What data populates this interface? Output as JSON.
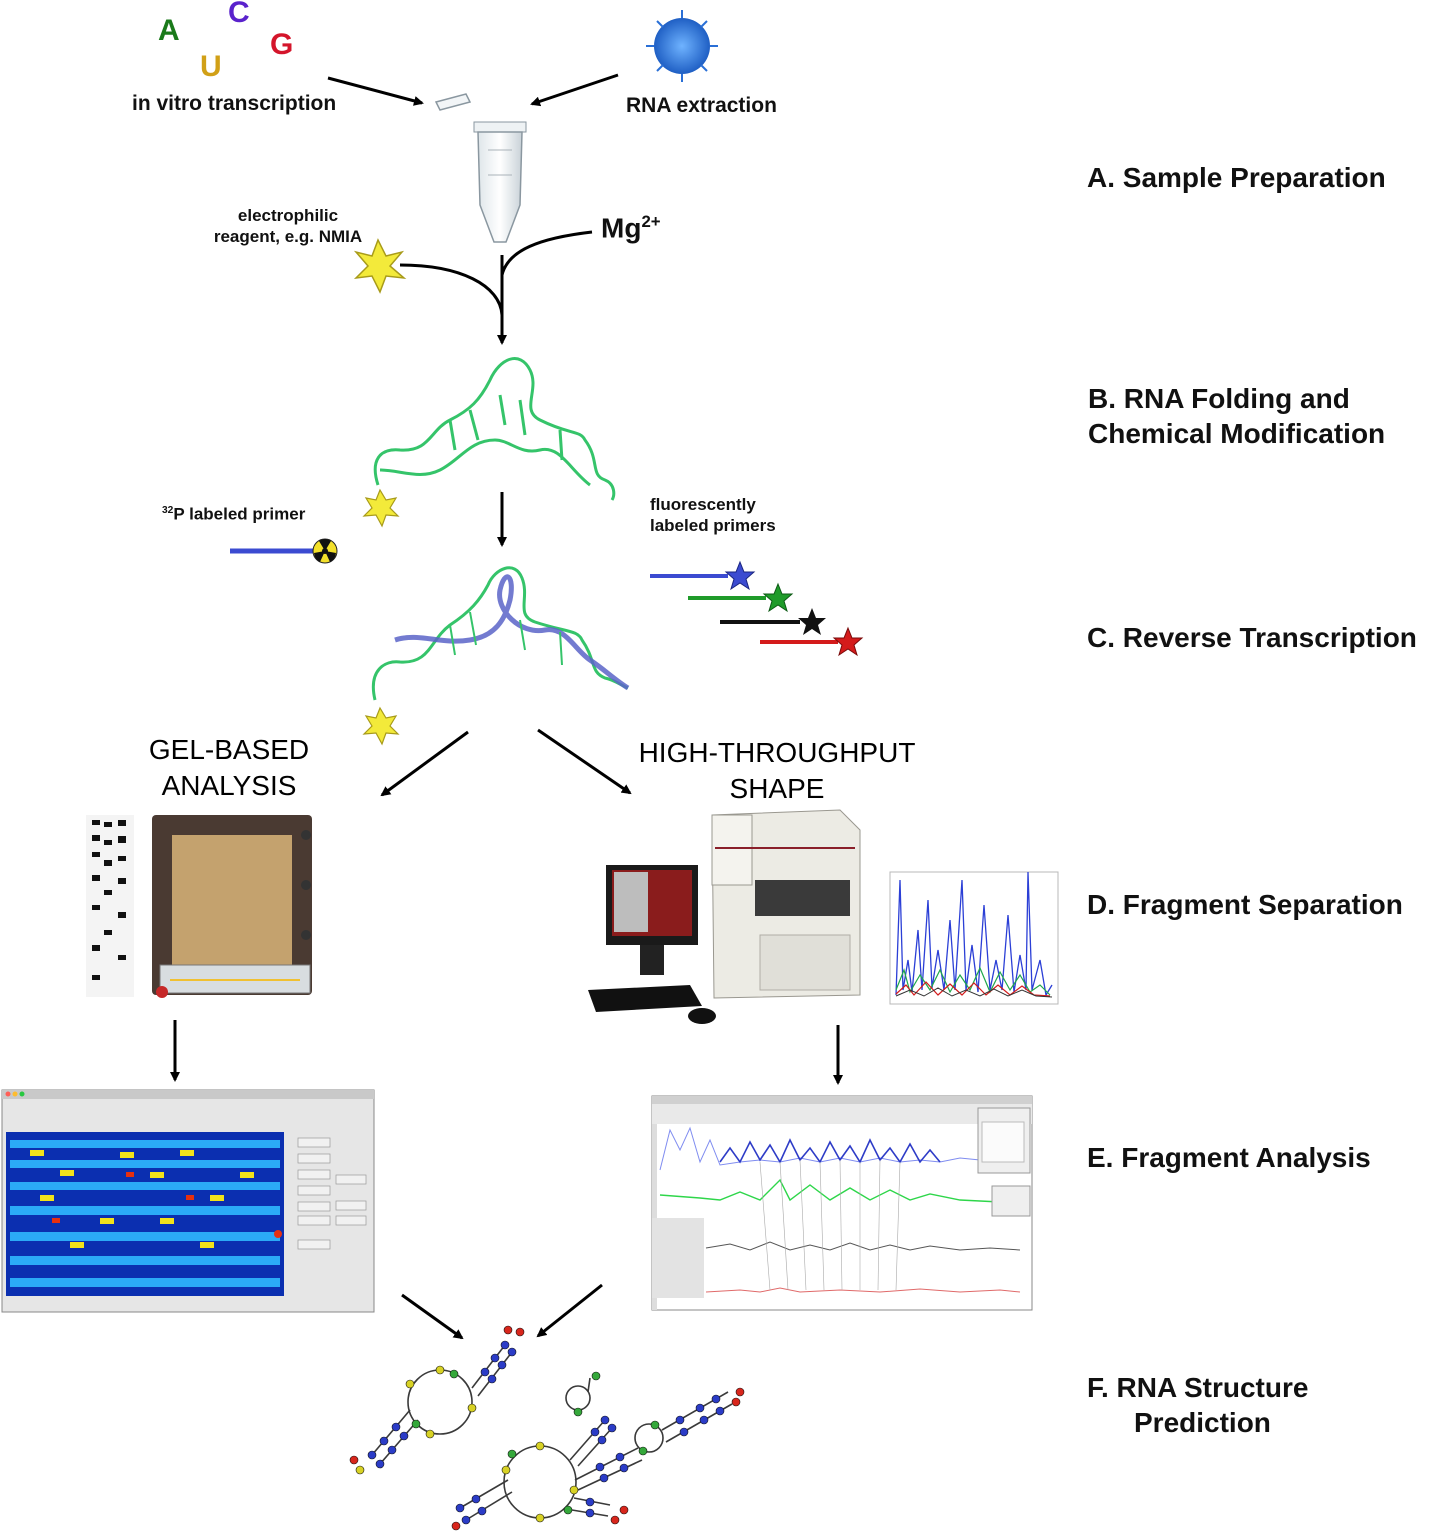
{
  "nucleotides": [
    {
      "letter": "A",
      "color": "#1a7a1a"
    },
    {
      "letter": "C",
      "color": "#5a22cc"
    },
    {
      "letter": "G",
      "color": "#d4152b"
    },
    {
      "letter": "U",
      "color": "#d1a017"
    }
  ],
  "labels": {
    "in_vitro": "in vitro transcription",
    "rna_extraction": "RNA extraction",
    "electrophilic_1": "electrophilic",
    "electrophilic_2": "reagent, e.g. NMIA",
    "mg": "Mg",
    "mg_charge": "2+",
    "p32_sup": "32",
    "p32_text": "P labeled primer",
    "fluor_1": "fluorescently",
    "fluor_2": "labeled primers",
    "gel_1": "GEL-BASED",
    "gel_2": "ANALYSIS",
    "hts_1": "HIGH-THROUGHPUT",
    "hts_2": "SHAPE"
  },
  "steps": [
    {
      "id": "A",
      "text": "A. Sample Preparation"
    },
    {
      "id": "B1",
      "text": "B. RNA Folding and"
    },
    {
      "id": "B2",
      "text": "Chemical Modification"
    },
    {
      "id": "C",
      "text": "C. Reverse Transcription"
    },
    {
      "id": "D",
      "text": "D. Fragment Separation"
    },
    {
      "id": "E",
      "text": "E. Fragment Analysis"
    },
    {
      "id": "F1",
      "text": "F. RNA Structure"
    },
    {
      "id": "F2",
      "text": "Prediction"
    }
  ],
  "colors": {
    "rna": "#35c46a",
    "primer_blue": "#3b4bd1",
    "primer_green": "#1f9b2a",
    "primer_black": "#111111",
    "primer_red": "#d41b1b",
    "star_yellow": "#f3ea3a"
  }
}
